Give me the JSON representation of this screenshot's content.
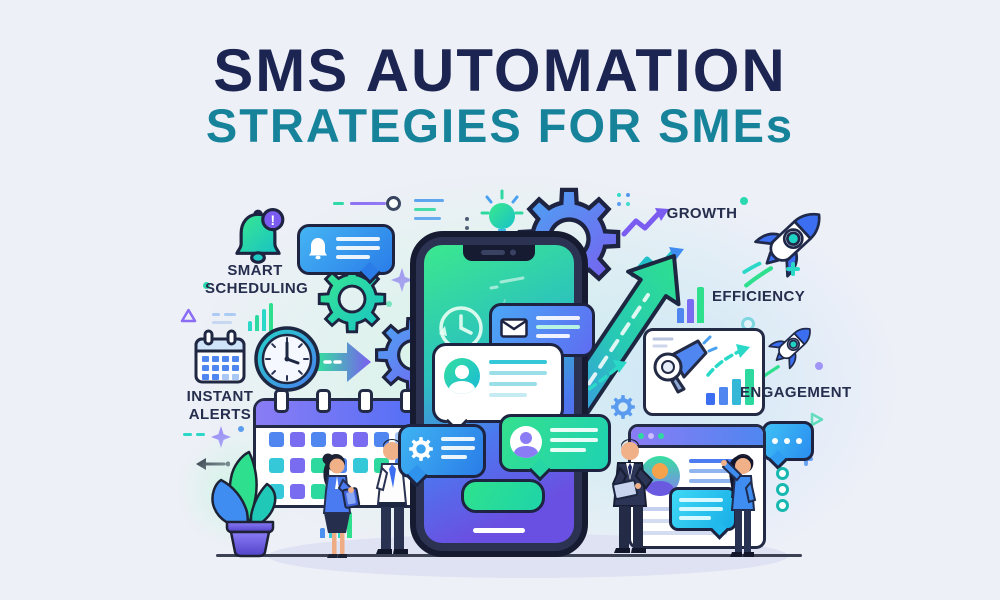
{
  "title": {
    "line1": "SMS AUTOMATION",
    "line2": "STRATEGIES FOR SMEs"
  },
  "labels": {
    "smart_scheduling_l1": "SMART",
    "smart_scheduling_l2": "SCHEDULING",
    "instant_alerts_l1": "INSTANT",
    "instant_alerts_l2": "ALERTS",
    "growth": "GROWTH",
    "efficiency": "EFFICIENCY",
    "engagement": "ENGAGEMENT"
  },
  "badges": {
    "alert": "!"
  },
  "colors": {
    "background": "#eef0f7",
    "title_navy": "#1c2452",
    "title_teal": "#16839a",
    "label_navy": "#262e4e",
    "outline": "#1d2340",
    "green": "#2ee08e",
    "teal": "#1fc9c4",
    "blue": "#4a90f0",
    "purple": "#7a5cf0"
  },
  "icons": {
    "bell_notification": "bell with exclamation badge",
    "chat_bubble_bell": "message bubble with bell",
    "gears": "gear wheels",
    "lightbulb": "glowing idea bulb",
    "calendar_small": "mini calendar",
    "clock": "analog clock",
    "arrow_right": "forward arrow",
    "calendar_large": "schedule calendar",
    "smartphone": "phone with chat messages",
    "message_envelope": "bubble with envelope",
    "message_avatar": "bubble with contact avatar",
    "message_gear": "bubble with automation gear",
    "growth_arrow": "big rising arrow",
    "zigzag_arrows": "trend arrows",
    "bar_chart": "rising bars",
    "rocket": "launching rocket",
    "megaphone_card": "campaign analytics card",
    "browser_window": "profile window with chat",
    "typing_bubble": "bubble with three dots",
    "plant": "potted plant",
    "people": "business people"
  }
}
